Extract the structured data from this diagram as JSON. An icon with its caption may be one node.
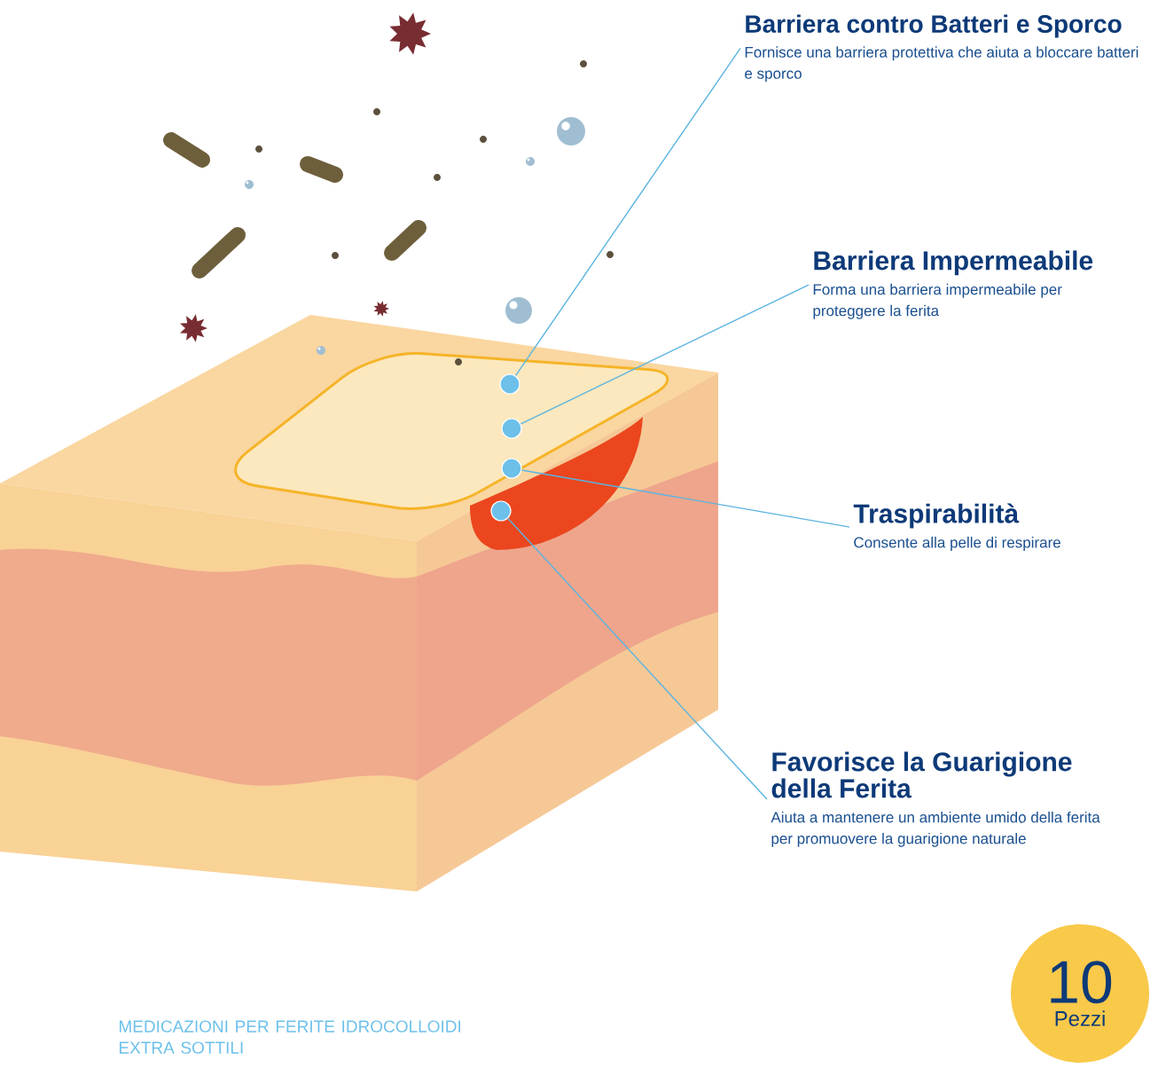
{
  "diagram": {
    "nodes": [
      {
        "text": [
          "Barriera contro Batteri e Sporco",
          "Fornisce una barriera protettiva che aiuta a bloccare batteri e sporco"
        ]
      },
      {
        "text": [
          "Barriera Impermeabile",
          "Forma una barriera impermeabile per proteggere la ferita"
        ]
      },
      {
        "text": [
          "Traspirabilità",
          "Consente alla pelle di respirare"
        ]
      },
      {
        "text": [
          "Favorisce la Guarigione della Ferita",
          "Aiuta a mantenere un ambiente umido della ferita per promuovere la guarigione naturale"
        ]
      },
      {
        "text": [],
        "shape": "circle"
      },
      {
        "text": [],
        "shape": "circle"
      },
      {
        "text": [],
        "shape": "circle"
      },
      {
        "text": [],
        "shape": "circle"
      },
      {
        "text": [
          "10",
          "Pezzi"
        ]
      }
    ],
    "edges": [
      {
        "from": 0,
        "to": 4,
        "arrow": "none"
      },
      {
        "from": 1,
        "to": 5,
        "arrow": "none"
      },
      {
        "from": 2,
        "to": 6,
        "arrow": "none"
      },
      {
        "from": 3,
        "to": 7,
        "arrow": "none"
      }
    ],
    "labels": [
      "MEDICAZIONI PER FERITE IDROCOLLOIDI EXTRA SOTTILI"
    ]
  }
}
